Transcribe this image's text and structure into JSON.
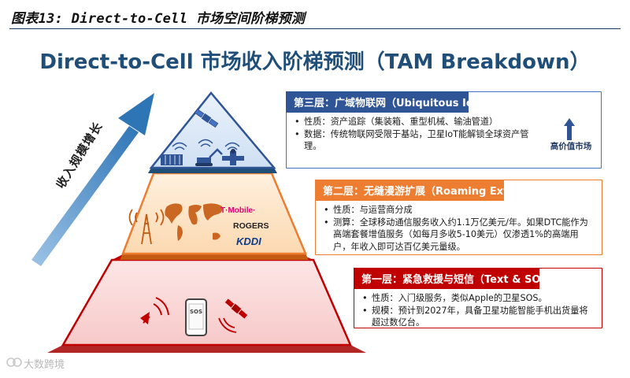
{
  "caption": "图表13: Direct-to-Cell 市场空间阶梯预测",
  "title": "Direct-to-Cell 市场收入阶梯预测（TAM Breakdown）",
  "side_arrow_label": "收入规模增长",
  "high_value_label": "高价值市场",
  "colors": {
    "tier3": "#2f5597",
    "tier2": "#ed7d31",
    "tier1": "#c00000",
    "title": "#1f4e79"
  },
  "tiers": [
    {
      "header": "第三层：广域物联网（Ubiquitous IoT）",
      "items": [
        "性质：资产追踪（集装箱、重型机械、输油管道）",
        "数据：传统物联网受限于基站，卫星IoT能解锁全球资产管理。"
      ],
      "icons": [
        "satellite-icon",
        "wifi-icon",
        "container-icon",
        "excavator-icon",
        "pipeline-icon"
      ]
    },
    {
      "header": "第二层：无缝漫游扩展（Roaming Extension）",
      "items": [
        "性质：与运营商分成",
        "测算：全球移动通信服务收入约1.1万亿美元/年。如果DTC能作为高端套餐增值服务（如每月多收5-10美元）仅渗透1%的高端用户，年收入即可达百亿美元量级。"
      ],
      "carriers": [
        "T·Mobile·",
        "ROGERS",
        "KDDI"
      ],
      "icons": [
        "cell-tower-icon",
        "world-map-icon"
      ]
    },
    {
      "header": "第一层：紧急救援与短信（Text & SOS）",
      "items": [
        "性质：入门级服务，类似Apple的卫星SOS。",
        "规模：预计到2027年，具备卫星功能智能手机出货量将超过数亿台。"
      ],
      "sos_label": "SOS",
      "icons": [
        "signal-icon",
        "phone-icon",
        "satellite-icon"
      ]
    }
  ],
  "watermark": "大数跨境"
}
